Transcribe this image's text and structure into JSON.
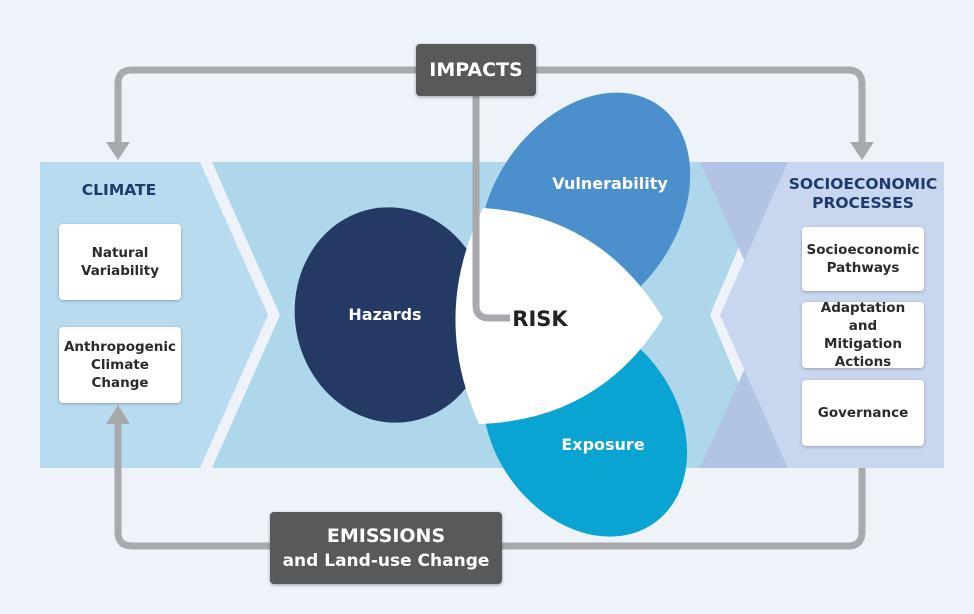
{
  "impacts": {
    "label": "IMPACTS"
  },
  "emissions": {
    "line1": "EMISSIONS",
    "line2": "and Land-use Change"
  },
  "climate": {
    "title": "CLIMATE",
    "items": [
      "Natural Variability",
      "Anthropogenic Climate Change"
    ]
  },
  "socioeconomic": {
    "title_line1": "SOCIOECONOMIC",
    "title_line2": "PROCESSES",
    "items": [
      "Socioeconomic Pathways",
      "Adaptation and Mitigation Actions",
      "Governance"
    ]
  },
  "risk": {
    "center": "RISK",
    "hazards": "Hazards",
    "vulnerability": "Vulnerability",
    "exposure": "Exposure"
  },
  "colors": {
    "background": "#eef3fa",
    "climate_panel": "#b9dbef",
    "middle_band": "#aed7ec",
    "socio_panel": "#b2c3e3",
    "hazards": "#243a64",
    "vulnerability": "#4c8fcd",
    "exposure": "#0aa4d2",
    "risk": "#ffffff",
    "arrow": "#a7a9ac",
    "dark_box": "#58595b"
  }
}
